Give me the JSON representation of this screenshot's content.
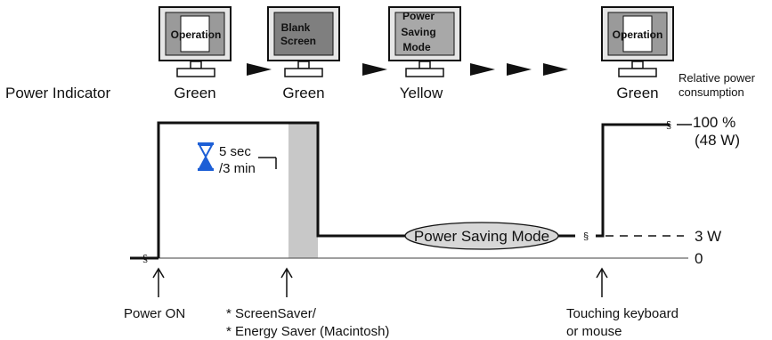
{
  "power_indicator_label": "Power Indicator",
  "states": [
    {
      "screen_text": "Operation",
      "indicator": "Green"
    },
    {
      "screen_text_lines": [
        "Blank",
        "Screen"
      ],
      "indicator": "Green"
    },
    {
      "screen_text_lines": [
        "Power",
        "Saving",
        "Mode"
      ],
      "indicator": "Yellow"
    },
    {
      "screen_text": "Operation",
      "indicator": "Green"
    }
  ],
  "relative_power": [
    "Relative power",
    "consumption"
  ],
  "level_100": "100 %",
  "level_100_watts": "(48 W)",
  "level_3w": "3 W",
  "level_zero": "0",
  "timer_lines": [
    "5 sec",
    "/3 min"
  ],
  "power_saving_mode_label": "Power Saving Mode",
  "event_power_on": "Power ON",
  "event_screensaver": [
    "* ScreenSaver/",
    "* Energy Saver (Macintosh)"
  ],
  "event_touch": [
    "Touching keyboard",
    "or mouse"
  ],
  "colors": {
    "line": "#111111",
    "blank_band": "#c8c8c8",
    "hourglass": "#1d5fd6",
    "bubble": "#d7d7d7"
  }
}
